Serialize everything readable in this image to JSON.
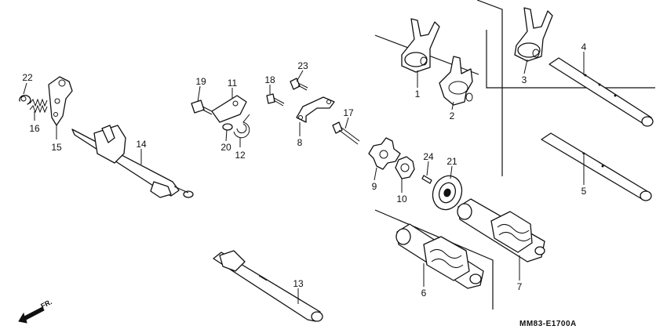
{
  "diagram": {
    "drawing_code": "MM83-E1700A",
    "direction_label": "FR.",
    "callouts": {
      "c1": "1",
      "c2": "2",
      "c3": "3",
      "c4": "4",
      "c5": "5",
      "c6": "6",
      "c7": "7",
      "c8": "8",
      "c9": "9",
      "c10": "10",
      "c11": "11",
      "c12": "12",
      "c13": "13",
      "c14": "14",
      "c15": "15",
      "c16": "16",
      "c17": "17",
      "c18": "18",
      "c19": "19",
      "c20": "20",
      "c21": "21",
      "c22": "22",
      "c23": "23",
      "c24": "24"
    }
  }
}
